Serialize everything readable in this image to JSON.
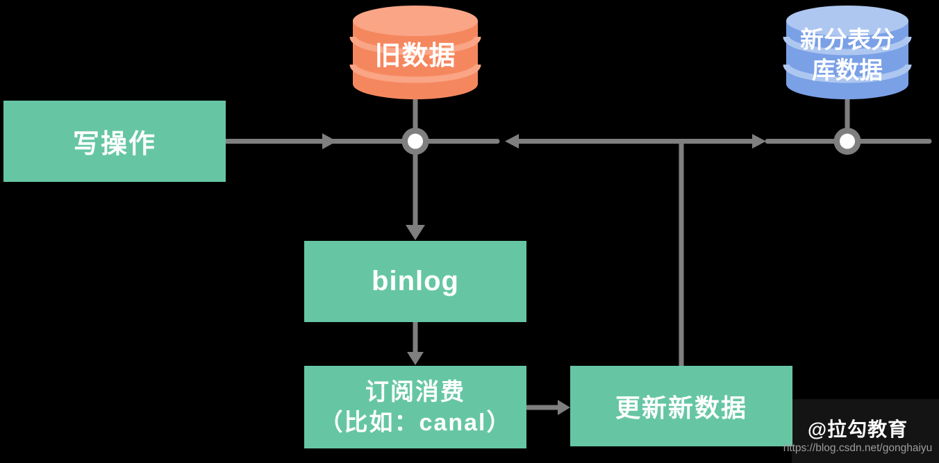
{
  "diagram": {
    "write_box": {
      "label": "写操作"
    },
    "old_db": {
      "label": "旧数据"
    },
    "new_db": {
      "line1": "新分表分",
      "line2": "库数据"
    },
    "binlog_box": {
      "label": "binlog"
    },
    "subscribe_box": {
      "line1": "订阅消费",
      "line2": "（比如：canal）"
    },
    "update_box": {
      "label": "更新新数据"
    }
  },
  "watermark": {
    "brand": "@拉勾教育",
    "url": "https://blog.csdn.net/gonghaiyu"
  },
  "colors": {
    "background": "#000000",
    "box_green": "#66C6A4",
    "db_orange_body": "#F5875F",
    "db_orange_light": "#F9A586",
    "db_blue_body": "#7AA0E6",
    "db_blue_light": "#AEC7F1",
    "connector_gray": "#7F7F7F",
    "node_inner": "#FFFFFF",
    "text_white": "#FFFFFF",
    "watermark_url_gray": "#9D9D9D"
  }
}
